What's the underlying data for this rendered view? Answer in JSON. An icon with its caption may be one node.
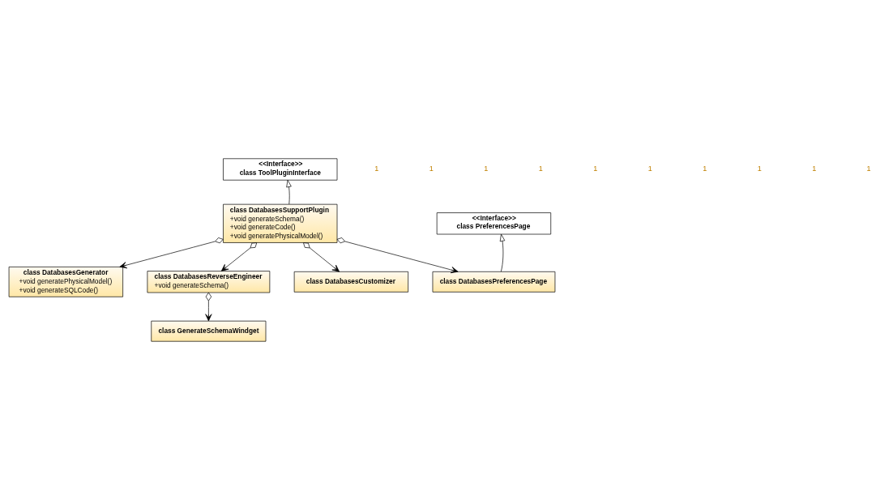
{
  "diagram": {
    "nodes": [
      {
        "text": [
          "<<Interface>>",
          "class ToolPluginInterface"
        ]
      },
      {
        "text": [
          "class DatabasesGenerator",
          "+void generatePhysicalModel()",
          "+void generateSQLCode()"
        ]
      },
      {
        "text": [
          "class DatabasesSupportPlugin",
          "+void generateSchema()",
          "+void generateCode()",
          "+void generatePhysicalModel()"
        ]
      },
      {
        "text": [
          "class DatabasesReverseEngineer",
          "+void generateSchema()"
        ]
      },
      {
        "text": [
          "class DatabasesCustomizer"
        ]
      },
      {
        "text": [
          "class GenerateSchemaWindget"
        ]
      },
      {
        "text": [
          "<<Interface>>",
          "class PreferencesPage"
        ]
      },
      {
        "text": [
          "class DatabasesPreferencesPage"
        ]
      }
    ],
    "edges": [
      {
        "from": 2,
        "to": 0,
        "arrow": "to"
      },
      {
        "from": 2,
        "to": 1,
        "arrow": "to"
      },
      {
        "from": 2,
        "to": 3,
        "arrow": "to"
      },
      {
        "from": 2,
        "to": 4,
        "arrow": "to"
      },
      {
        "from": 3,
        "to": 5,
        "arrow": "to"
      },
      {
        "from": 2,
        "to": 7,
        "arrow": "to"
      },
      {
        "from": 7,
        "to": 6,
        "arrow": "to"
      }
    ],
    "labels": [
      "1",
      "1",
      "1",
      "1",
      "1",
      "1",
      "1",
      "1",
      "1",
      "1"
    ]
  }
}
